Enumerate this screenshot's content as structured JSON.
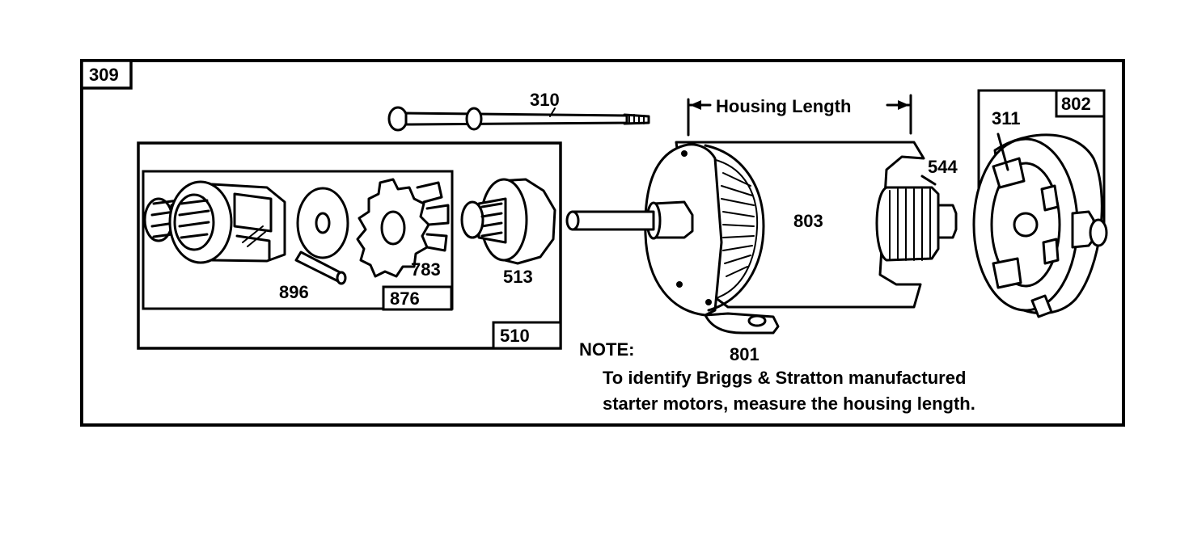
{
  "frame": {
    "label": "309"
  },
  "boxes": {
    "drive_assembly": "510",
    "drive_kit": "876",
    "end_cap": "802"
  },
  "parts": {
    "bolt": "310",
    "gear": "783",
    "pin": "896",
    "pinion": "513",
    "housing": "803",
    "mount": "801",
    "armature": "544",
    "brush": "311"
  },
  "dimension": {
    "label": "Housing Length"
  },
  "note": {
    "heading": "NOTE:",
    "line1": "To identify Briggs & Stratton manufactured",
    "line2": "starter motors, measure the housing length."
  },
  "colors": {
    "ink": "#000000",
    "paper": "#ffffff"
  }
}
